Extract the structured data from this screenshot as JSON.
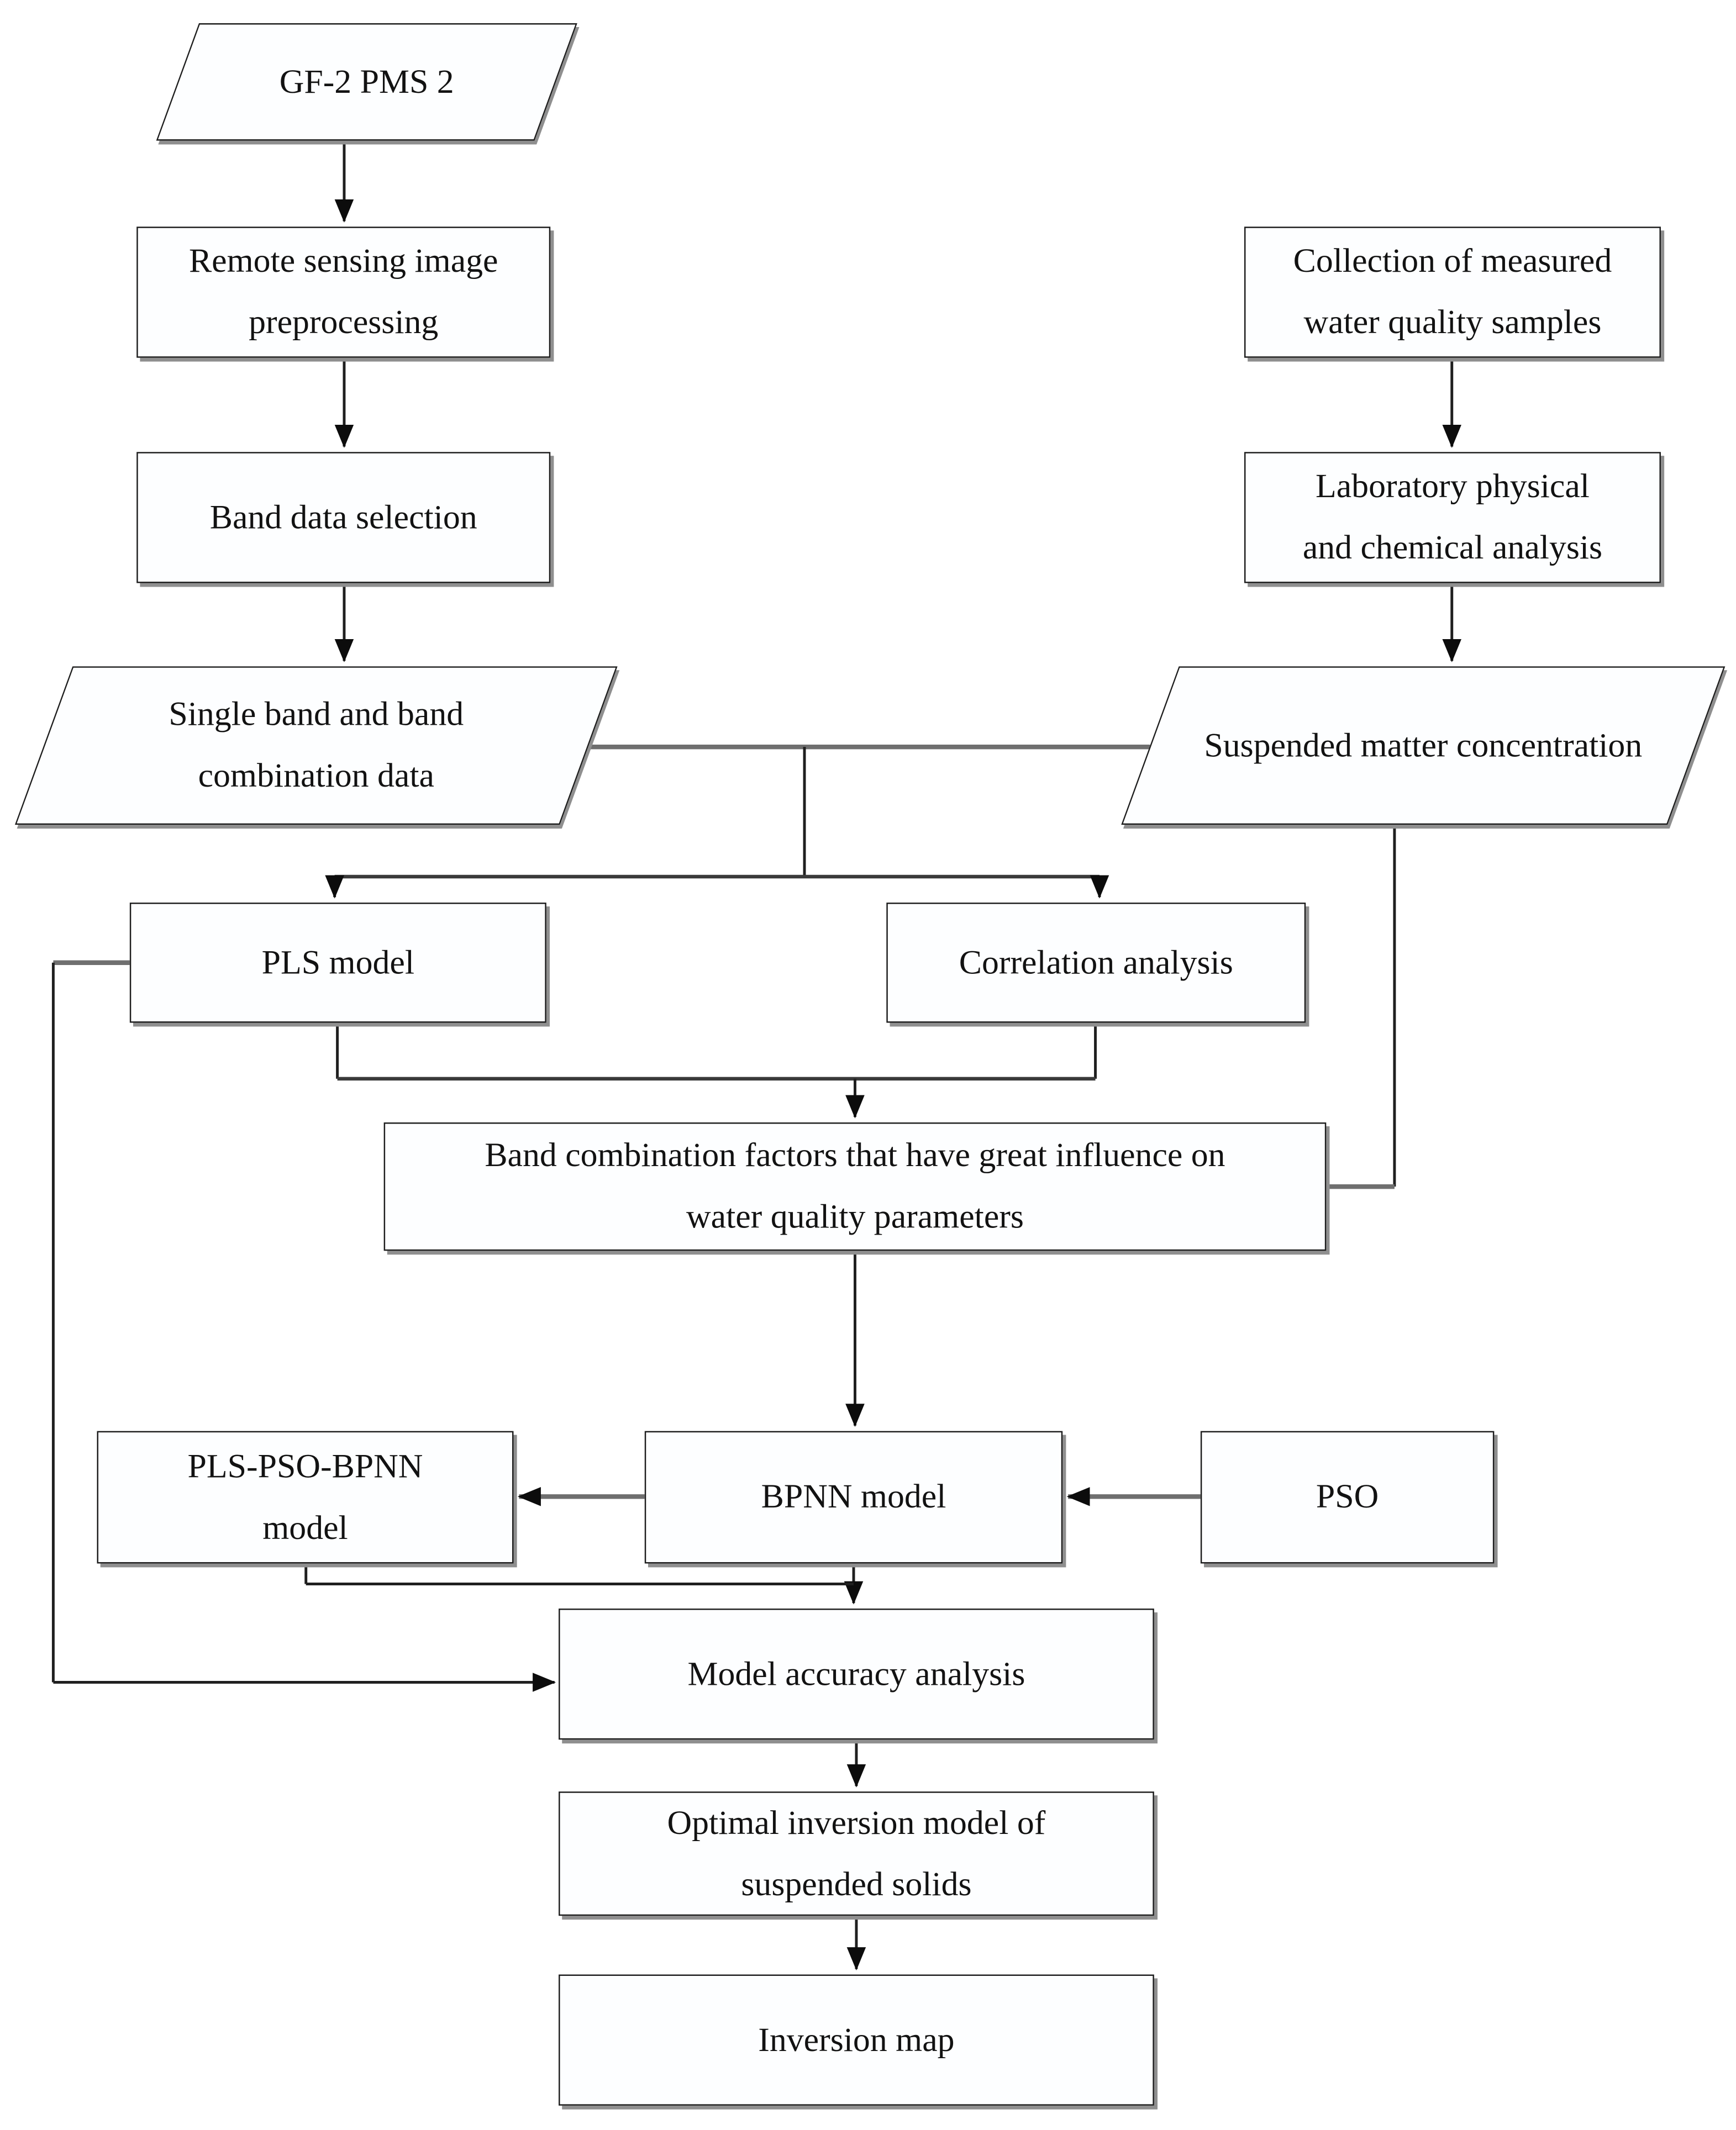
{
  "flowchart": {
    "colors": {
      "background": "#ffffff",
      "node_fill": "#fdfeff",
      "node_border": "#1d1d1d",
      "node_shadow": "#8f8f8f",
      "connector_dark": "#1f1f1f",
      "connector_gray": "#6f6f6f",
      "arrowhead": "#0c0c0c"
    },
    "nodes": {
      "gf2": {
        "shape": "parallelogram",
        "label": "GF-2 PMS 2"
      },
      "preprocess": {
        "shape": "rect",
        "label": "Remote sensing image preprocessing"
      },
      "band_selection": {
        "shape": "rect",
        "label": "Band data selection"
      },
      "single_band": {
        "shape": "parallelogram",
        "label": "Single band and band combination data"
      },
      "collection": {
        "shape": "rect",
        "label": "Collection of measured water quality samples"
      },
      "laboratory": {
        "shape": "rect",
        "label": "Laboratory physical and chemical analysis"
      },
      "suspended": {
        "shape": "parallelogram",
        "label": "Suspended matter concentration"
      },
      "pls": {
        "shape": "rect",
        "label": "PLS model"
      },
      "correlation": {
        "shape": "rect",
        "label": "Correlation analysis"
      },
      "band_factors": {
        "shape": "rect",
        "label": "Band combination factors that have great influence on water quality parameters"
      },
      "pls_pso_bpnn": {
        "shape": "rect",
        "label": "PLS-PSO-BPNN model"
      },
      "bpnn": {
        "shape": "rect",
        "label": "BPNN model"
      },
      "pso": {
        "shape": "rect",
        "label": "PSO"
      },
      "accuracy": {
        "shape": "rect",
        "label": "Model accuracy analysis"
      },
      "optimal": {
        "shape": "rect",
        "label": "Optimal inversion model of suspended solids"
      },
      "inversion_map": {
        "shape": "rect",
        "label": "Inversion map"
      }
    },
    "edges": [
      {
        "from": "gf2",
        "to": "preprocess"
      },
      {
        "from": "preprocess",
        "to": "band_selection"
      },
      {
        "from": "band_selection",
        "to": "single_band"
      },
      {
        "from": "collection",
        "to": "laboratory"
      },
      {
        "from": "laboratory",
        "to": "suspended"
      },
      {
        "from": "single_band",
        "to": "pls"
      },
      {
        "from": "single_band",
        "to": "correlation"
      },
      {
        "from": "suspended",
        "to": "pls"
      },
      {
        "from": "suspended",
        "to": "correlation"
      },
      {
        "from": "pls",
        "to": "band_factors"
      },
      {
        "from": "correlation",
        "to": "band_factors"
      },
      {
        "from": "suspended",
        "to": "band_factors"
      },
      {
        "from": "band_factors",
        "to": "bpnn"
      },
      {
        "from": "pso",
        "to": "bpnn"
      },
      {
        "from": "bpnn",
        "to": "pls_pso_bpnn"
      },
      {
        "from": "bpnn",
        "to": "accuracy"
      },
      {
        "from": "pls_pso_bpnn",
        "to": "accuracy"
      },
      {
        "from": "pls",
        "to": "accuracy"
      },
      {
        "from": "accuracy",
        "to": "optimal"
      },
      {
        "from": "optimal",
        "to": "inversion_map"
      }
    ]
  }
}
